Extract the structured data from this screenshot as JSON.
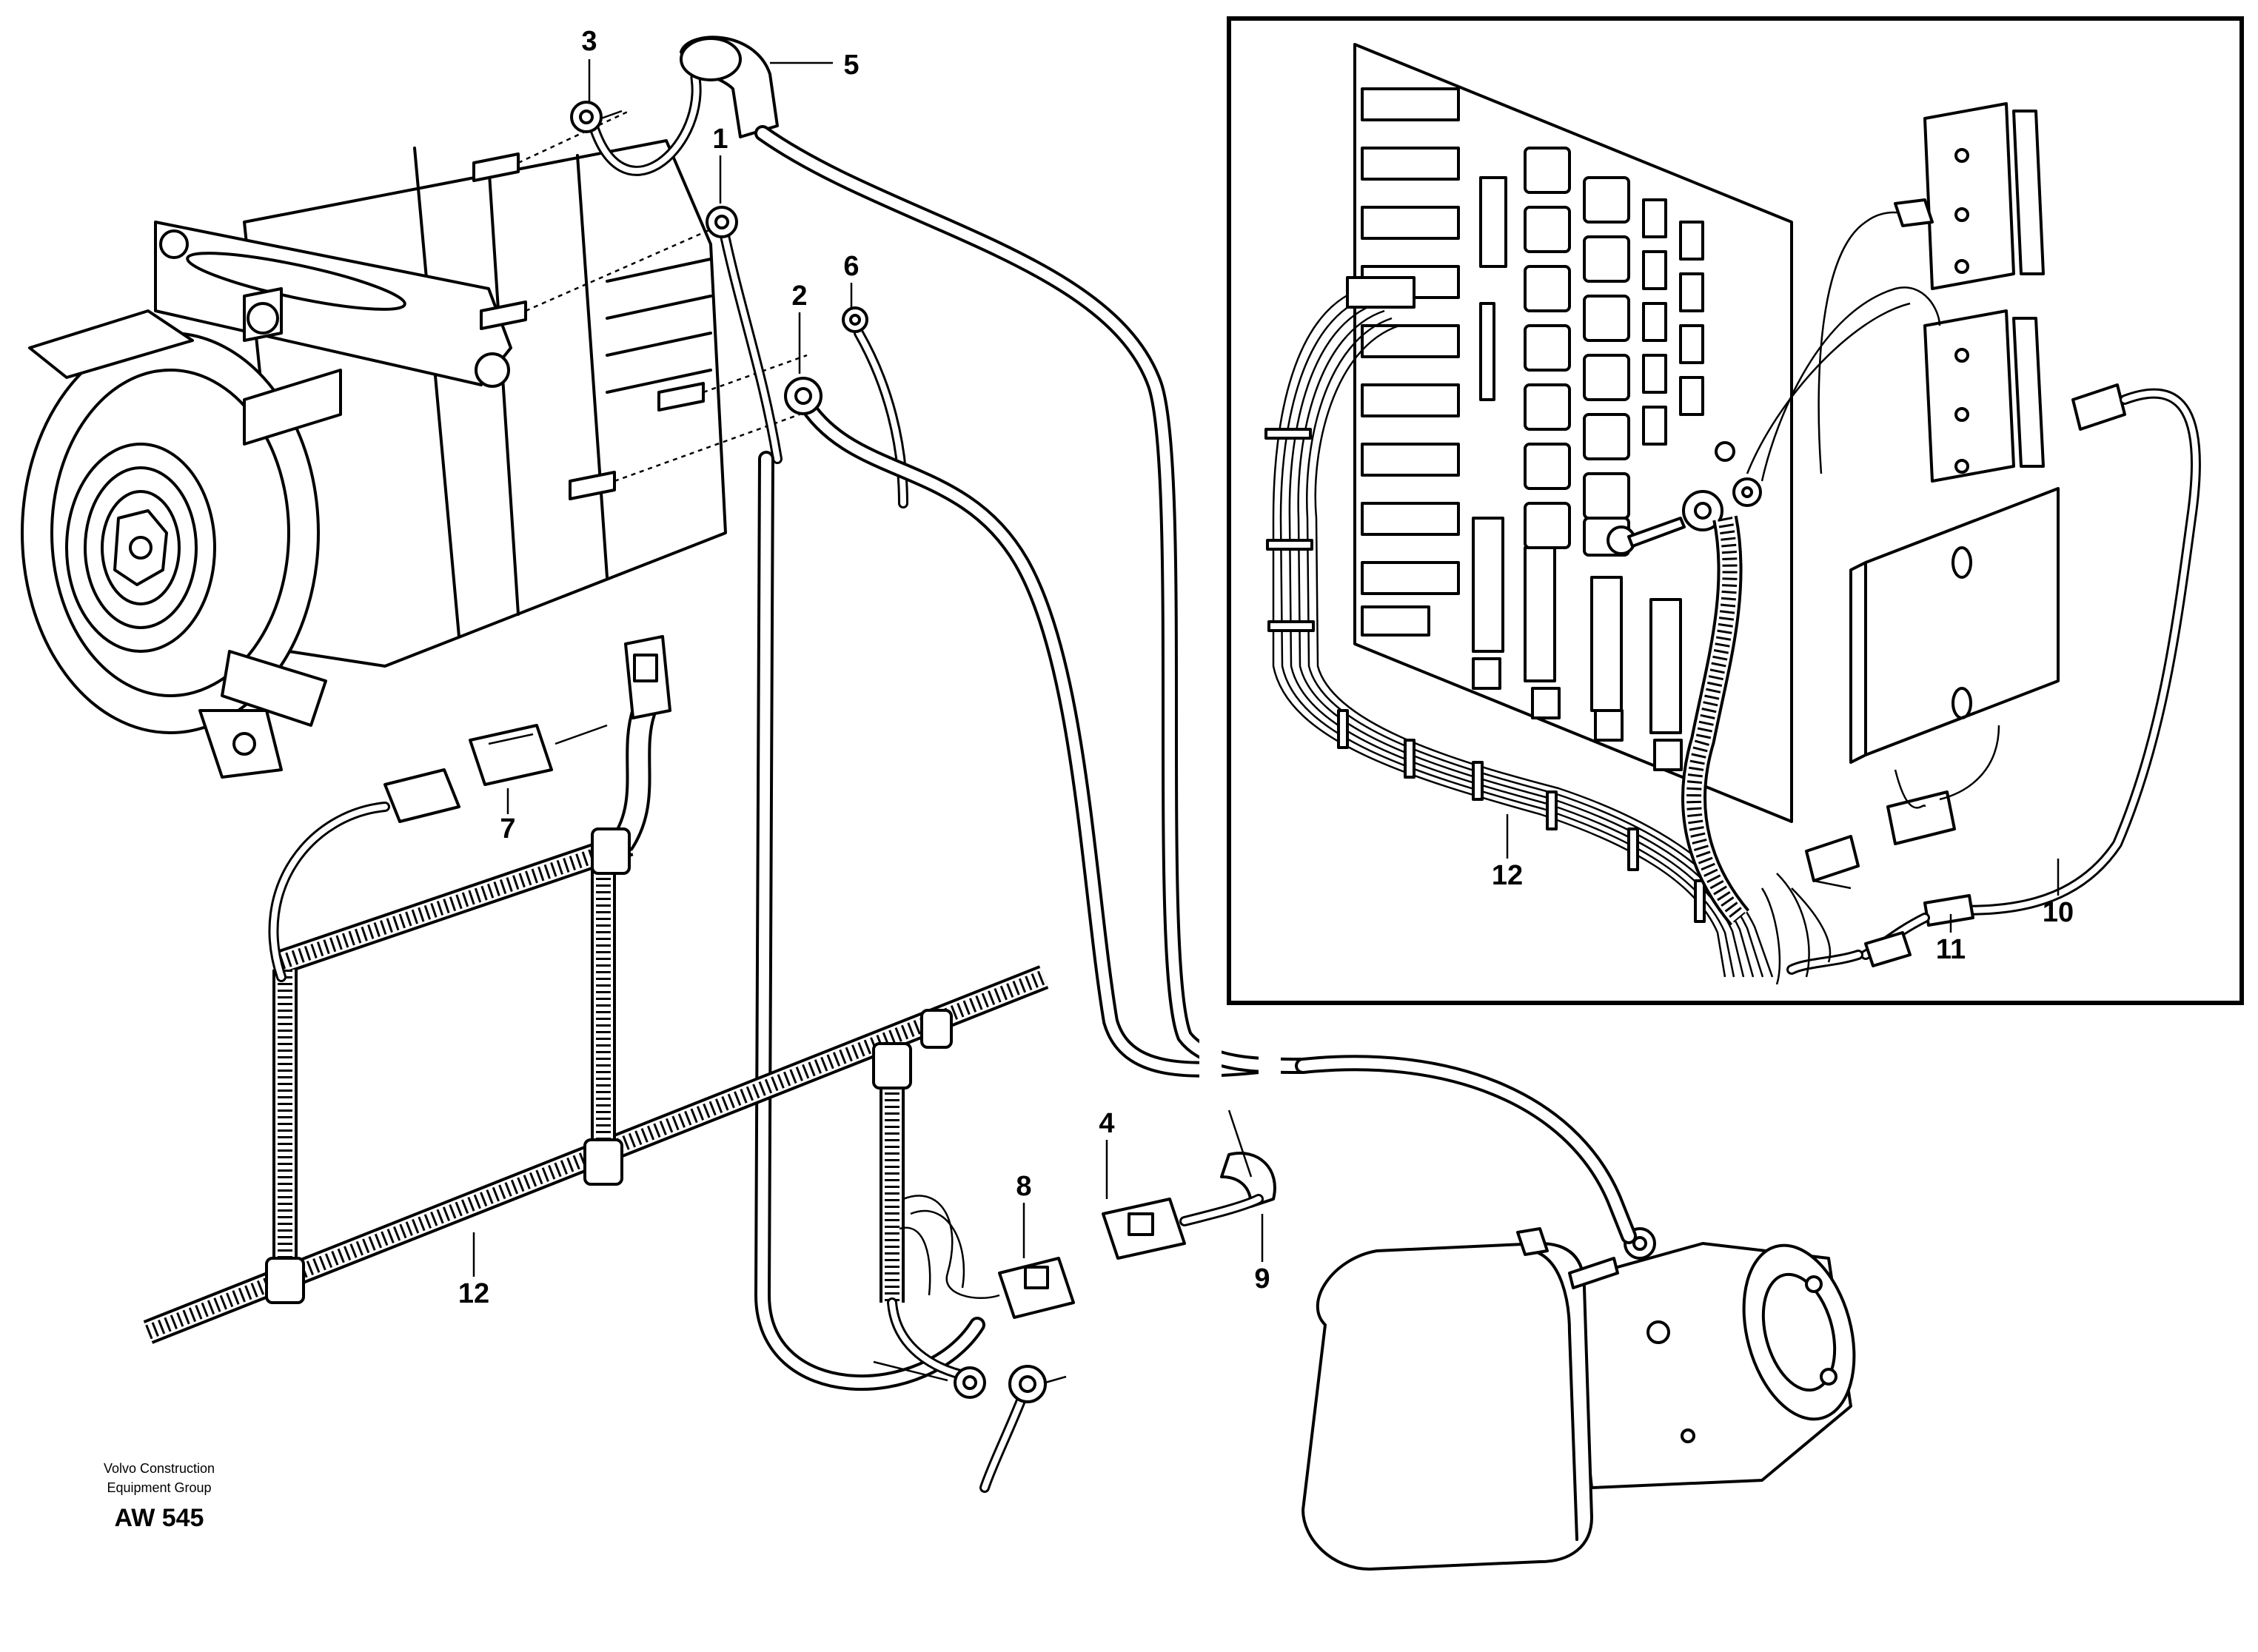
{
  "diagram": {
    "callouts": {
      "c1": "1",
      "c2": "2",
      "c3": "3",
      "c4": "4",
      "c5": "5",
      "c6": "6",
      "c7": "7",
      "c8": "8",
      "c9": "9",
      "c10": "10",
      "c11": "11",
      "c12_main": "12",
      "c12_inset": "12"
    },
    "icons": [
      "alternator-icon",
      "starter-motor-icon",
      "relay-board-icon",
      "connector-icon",
      "cable-lug-icon"
    ]
  },
  "footer": {
    "company_line1": "Volvo Construction",
    "company_line2": "Equipment Group",
    "code": "AW 545"
  }
}
